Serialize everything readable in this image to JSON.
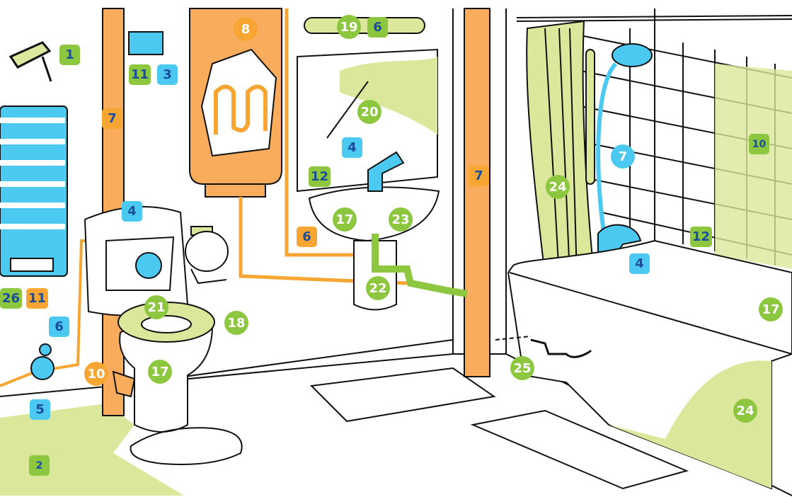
{
  "colors": {
    "green": "#8dc63f",
    "orange": "#f7a533",
    "blue": "#4cc9f0",
    "label_text": "#1b4e9b"
  },
  "labels": [
    {
      "text": "1",
      "shape": "square",
      "color": "green"
    },
    {
      "text": "11",
      "shape": "square",
      "color": "green"
    },
    {
      "text": "3",
      "shape": "square",
      "color": "blue"
    },
    {
      "text": "7",
      "shape": "square",
      "color": "orange"
    },
    {
      "text": "8",
      "shape": "circle",
      "color": "orange"
    },
    {
      "text": "19",
      "shape": "circle",
      "color": "green"
    },
    {
      "text": "6",
      "shape": "square",
      "color": "green"
    },
    {
      "text": "20",
      "shape": "circle",
      "color": "green"
    },
    {
      "text": "4",
      "shape": "square",
      "color": "blue"
    },
    {
      "text": "12",
      "shape": "square",
      "color": "green"
    },
    {
      "text": "7",
      "shape": "square",
      "color": "orange"
    },
    {
      "text": "4",
      "shape": "square",
      "color": "blue"
    },
    {
      "text": "6",
      "shape": "square",
      "color": "orange"
    },
    {
      "text": "17",
      "shape": "circle",
      "color": "green"
    },
    {
      "text": "23",
      "shape": "circle",
      "color": "green"
    },
    {
      "text": "22",
      "shape": "circle",
      "color": "green"
    },
    {
      "text": "26",
      "shape": "square",
      "color": "green"
    },
    {
      "text": "11",
      "shape": "square",
      "color": "orange"
    },
    {
      "text": "6",
      "shape": "square",
      "color": "blue"
    },
    {
      "text": "21",
      "shape": "circle",
      "color": "green"
    },
    {
      "text": "18",
      "shape": "circle",
      "color": "green"
    },
    {
      "text": "10",
      "shape": "circle",
      "color": "orange"
    },
    {
      "text": "17",
      "shape": "circle",
      "color": "green"
    },
    {
      "text": "5",
      "shape": "square",
      "color": "blue"
    },
    {
      "text": "2",
      "shape": "square",
      "color": "green"
    },
    {
      "text": "7",
      "shape": "circle",
      "color": "blue"
    },
    {
      "text": "24",
      "shape": "circle",
      "color": "green"
    },
    {
      "text": "10",
      "shape": "square",
      "color": "green"
    },
    {
      "text": "12",
      "shape": "square",
      "color": "green"
    },
    {
      "text": "4",
      "shape": "square",
      "color": "blue"
    },
    {
      "text": "17",
      "shape": "circle",
      "color": "green"
    },
    {
      "text": "25",
      "shape": "circle",
      "color": "green"
    },
    {
      "text": "24",
      "shape": "circle",
      "color": "green"
    }
  ]
}
